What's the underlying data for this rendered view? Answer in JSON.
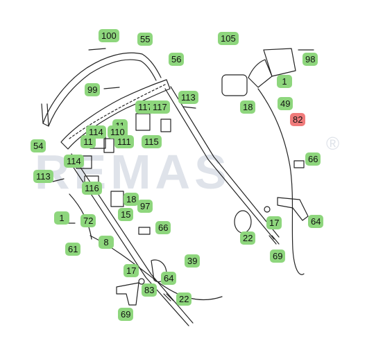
{
  "watermark": {
    "text": "REMAS",
    "mark": "®",
    "color": "#dfe3ea"
  },
  "colors": {
    "callout": "#8ed67d",
    "callout_highlight": "#f07b7b",
    "line": "#222222"
  },
  "callouts": [
    {
      "id": "c100",
      "label": "100"
    },
    {
      "id": "c55",
      "label": "55"
    },
    {
      "id": "c56",
      "label": "56"
    },
    {
      "id": "c99",
      "label": "99"
    },
    {
      "id": "c113a",
      "label": "113"
    },
    {
      "id": "c117a",
      "label": "117"
    },
    {
      "id": "c117b",
      "label": "117"
    },
    {
      "id": "c11a",
      "label": "11"
    },
    {
      "id": "c114a",
      "label": "114"
    },
    {
      "id": "c110",
      "label": "110"
    },
    {
      "id": "c11b",
      "label": "11"
    },
    {
      "id": "c111",
      "label": "111"
    },
    {
      "id": "c115",
      "label": "115"
    },
    {
      "id": "c54",
      "label": "54"
    },
    {
      "id": "c114b",
      "label": "114"
    },
    {
      "id": "c113b",
      "label": "113"
    },
    {
      "id": "c116",
      "label": "116"
    },
    {
      "id": "c18a",
      "label": "18"
    },
    {
      "id": "c97",
      "label": "97"
    },
    {
      "id": "c15",
      "label": "15"
    },
    {
      "id": "c1a",
      "label": "1"
    },
    {
      "id": "c72",
      "label": "72"
    },
    {
      "id": "c66a",
      "label": "66"
    },
    {
      "id": "c8",
      "label": "8"
    },
    {
      "id": "c61",
      "label": "61"
    },
    {
      "id": "c39",
      "label": "39"
    },
    {
      "id": "c17a",
      "label": "17"
    },
    {
      "id": "c64a",
      "label": "64"
    },
    {
      "id": "c83",
      "label": "83"
    },
    {
      "id": "c22a",
      "label": "22"
    },
    {
      "id": "c69a",
      "label": "69"
    },
    {
      "id": "c105",
      "label": "105"
    },
    {
      "id": "c98",
      "label": "98"
    },
    {
      "id": "c1b",
      "label": "1"
    },
    {
      "id": "c18b",
      "label": "18"
    },
    {
      "id": "c49",
      "label": "49"
    },
    {
      "id": "c82",
      "label": "82",
      "highlight": true
    },
    {
      "id": "c66b",
      "label": "66"
    },
    {
      "id": "c17b",
      "label": "17"
    },
    {
      "id": "c64b",
      "label": "64"
    },
    {
      "id": "c22b",
      "label": "22"
    },
    {
      "id": "c69b",
      "label": "69"
    }
  ]
}
